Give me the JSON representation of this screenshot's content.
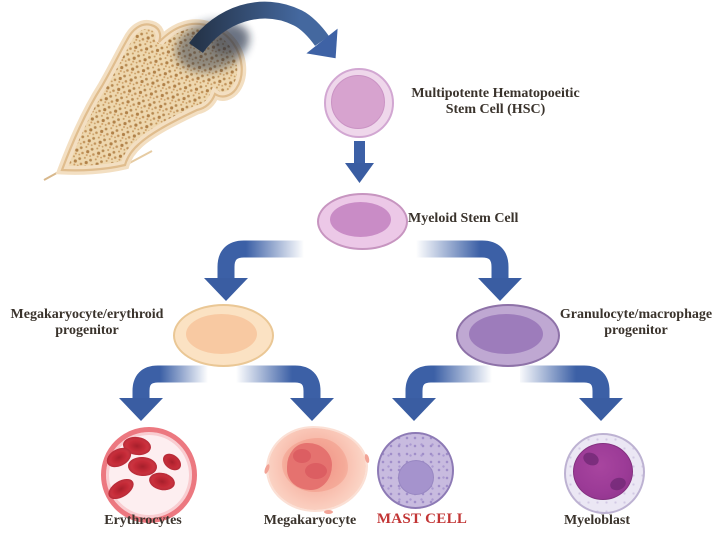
{
  "labels": {
    "hsc": "Multipotente Hematopoeitic Stem Cell (HSC)",
    "myeloid": "Myeloid Stem Cell",
    "mk_progenitor": "Megakaryocyte/erythroid progenitor",
    "gm_progenitor": "Granulocyte/macrophage progenitor",
    "erythrocytes": "Erythrocytes",
    "megakaryocyte": "Megakaryocyte",
    "mast_cell": "MAST CELL",
    "myeloblast": "Myeloblast"
  },
  "colors": {
    "arrow_blue": "#3c60a6",
    "label_dark": "#3a332c",
    "mast_label_red": "#c23535",
    "bone_fill": "#f3dfc2",
    "bone_outline": "#e0bd8e",
    "hsc_cell": "#d7a3cf",
    "myeloid_cell": "#c98cc6",
    "mk_progenitor_cell": "#f8c9a2",
    "gm_progenitor_cell": "#9d7cbb",
    "erythrocyte_red": "#c62b38",
    "megakaryocyte_pink": "#f8bdad",
    "mast_purple": "#c8bbdf",
    "myeloblast_nucleus": "#9c3b97"
  },
  "icons": {
    "bone": "bone-marrow-source",
    "curved_arrow": "extraction-arrow"
  }
}
